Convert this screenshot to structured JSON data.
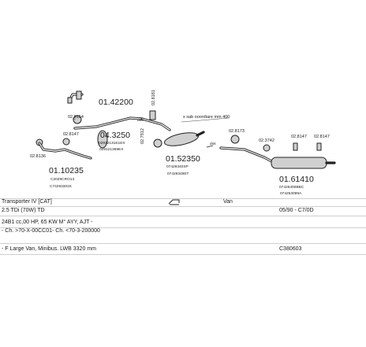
{
  "diagram": {
    "callouts": {
      "p1_42200": "01.42200",
      "p04_3250": "04.3250",
      "p04_3250_ref1": "02912131E1EX",
      "p04_3250_ref2": "029121369EX",
      "p02_8154": "02.8154",
      "p02_8147a": "02.8147",
      "p02_8136": "02.8136",
      "p01_10235": "01.10235",
      "p01_10235_ref1": "C2029CRO13",
      "p01_10235_ref2": "C74293301K",
      "p02_8181": "02.8181",
      "p02_7912": "02.7912",
      "p01_52350": "01.52350",
      "p01_52350_ref1": "07429340SP",
      "p01_52350_ref2": "07429349ET",
      "note": "x sab ooordiare mm 400",
      "p02_8173": "02.8173",
      "p02_3742": "02.3742",
      "p02_8147b": "02.8147",
      "p02_8147c": "02.8147",
      "p01_61410": "01.61410",
      "p01_61410_ref1": "07425300BBC",
      "p01_61410_ref2": "074253099A",
      "arrow_label": "dnk"
    }
  },
  "info": {
    "row1": {
      "model": "Transporter IV [CAT]",
      "body": "Van"
    },
    "row2": {
      "engine": "2.5 TDi (70W) TD",
      "period": "05/90 - C7/0D"
    },
    "row3": {
      "code": "24B1 cc,00 HP, 65 KW M° AYY, AJT -"
    },
    "row4": {
      "chassis": "- Ch. >70-X-00CC01- Ch. <70-3-200000"
    },
    "row5": {
      "type": "- F Large Van, Minibus. LWB 3320 mm",
      "ref": "C380603"
    }
  },
  "colors": {
    "part_fill": "#d0d0d0",
    "stroke": "#222222",
    "rule": "#cfcfcf"
  }
}
